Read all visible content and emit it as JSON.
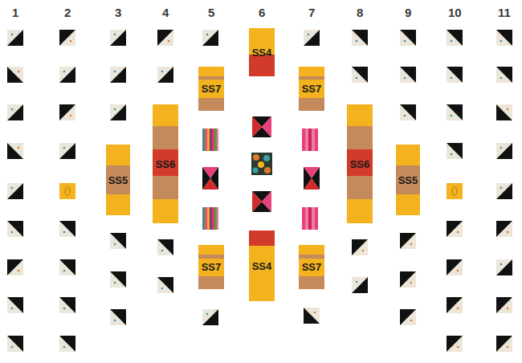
{
  "diagram": {
    "nodes": [
      {
        "text": [
          "SS4"
        ]
      },
      {
        "text": [
          "SS7"
        ]
      },
      {
        "text": [
          "SS7"
        ]
      },
      {
        "text": [
          "SS6"
        ]
      },
      {
        "text": [
          "SS6"
        ]
      },
      {
        "text": [
          "SS5"
        ]
      },
      {
        "text": [
          "SS5"
        ]
      },
      {
        "text": [
          "SS4"
        ]
      },
      {
        "text": [
          "SS7"
        ]
      },
      {
        "text": [
          "SS7"
        ]
      }
    ],
    "labels": [
      "1",
      "2",
      "3",
      "4",
      "5",
      "6",
      "7",
      "8",
      "9",
      "10",
      "11"
    ]
  }
}
